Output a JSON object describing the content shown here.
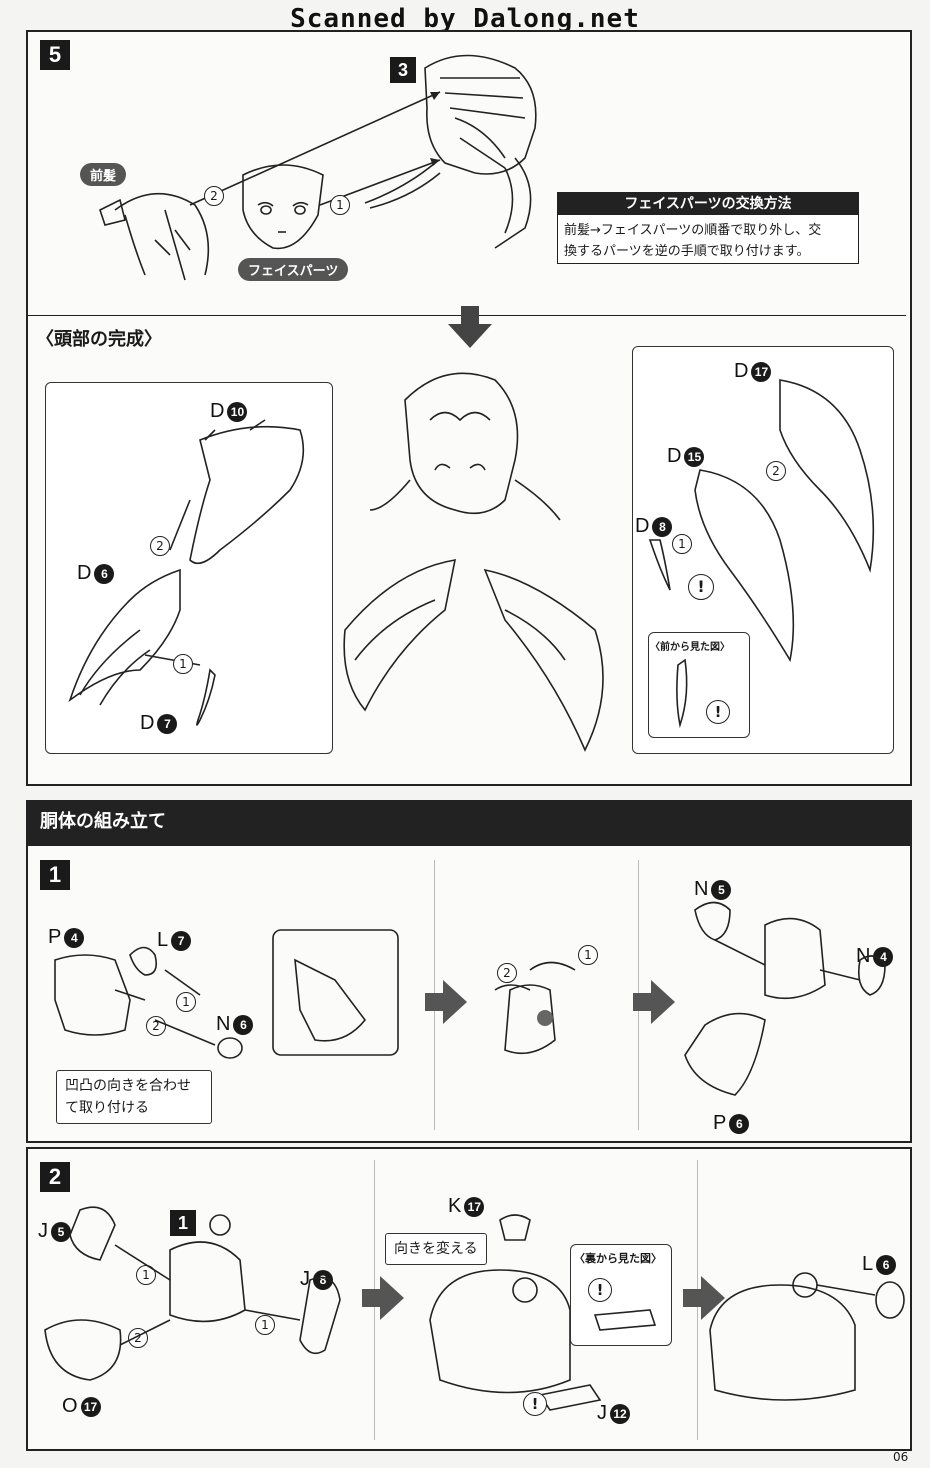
{
  "header": {
    "scan_credit": "Scanned by Dalong.net"
  },
  "step5": {
    "number": "5",
    "ref_step": "3",
    "bangs_label": "前髪",
    "face_label": "フェイスパーツ",
    "num1": "1",
    "num2": "2",
    "note": {
      "title": "フェイスパーツの交換方法",
      "body_line1": "前髪→フェイスパーツの順番で取り外し、交",
      "body_line2": "換するパーツを逆の手順で取り付けます。"
    }
  },
  "head_complete": {
    "title": "〈頭部の完成〉",
    "left": {
      "d10_letter": "D",
      "d10_num": "10",
      "d6_letter": "D",
      "d6_num": "6",
      "d7_letter": "D",
      "d7_num": "7",
      "num1": "1",
      "num2": "2"
    },
    "right": {
      "d17_letter": "D",
      "d17_num": "17",
      "d15_letter": "D",
      "d15_num": "15",
      "d8_letter": "D",
      "d8_num": "8",
      "num1": "1",
      "num2": "2",
      "front_view": "〈前から見た図〉",
      "warn": "!"
    }
  },
  "torso": {
    "title": "胴体の組み立て",
    "step1": {
      "number": "1",
      "p4_letter": "P",
      "p4_num": "4",
      "l7_letter": "L",
      "l7_num": "7",
      "n6_letter": "N",
      "n6_num": "6",
      "n5_letter": "N",
      "n5_num": "5",
      "n4_letter": "N",
      "n4_num": "4",
      "p6_letter": "P",
      "p6_num": "6",
      "num1": "1",
      "num2": "2",
      "note_line1": "凹凸の向きを合わせ",
      "note_line2": "て取り付ける"
    },
    "step2": {
      "number": "2",
      "ref_step": "1",
      "j5_letter": "J",
      "j5_num": "5",
      "j8_letter": "J",
      "j8_num": "8",
      "o17_letter": "O",
      "o17_num": "17",
      "k17_letter": "K",
      "k17_num": "17",
      "j12_letter": "J",
      "j12_num": "12",
      "l6_letter": "L",
      "l6_num": "6",
      "num1": "1",
      "num2": "2",
      "turn_note": "向きを変える",
      "back_view": "〈裏から見た図〉",
      "warn": "!"
    }
  },
  "footer": {
    "page": "06"
  },
  "colors": {
    "panel_border": "#222222",
    "bar_bg": "#222222",
    "paper": "#f4f4f2",
    "ghost": "#cccccc"
  }
}
